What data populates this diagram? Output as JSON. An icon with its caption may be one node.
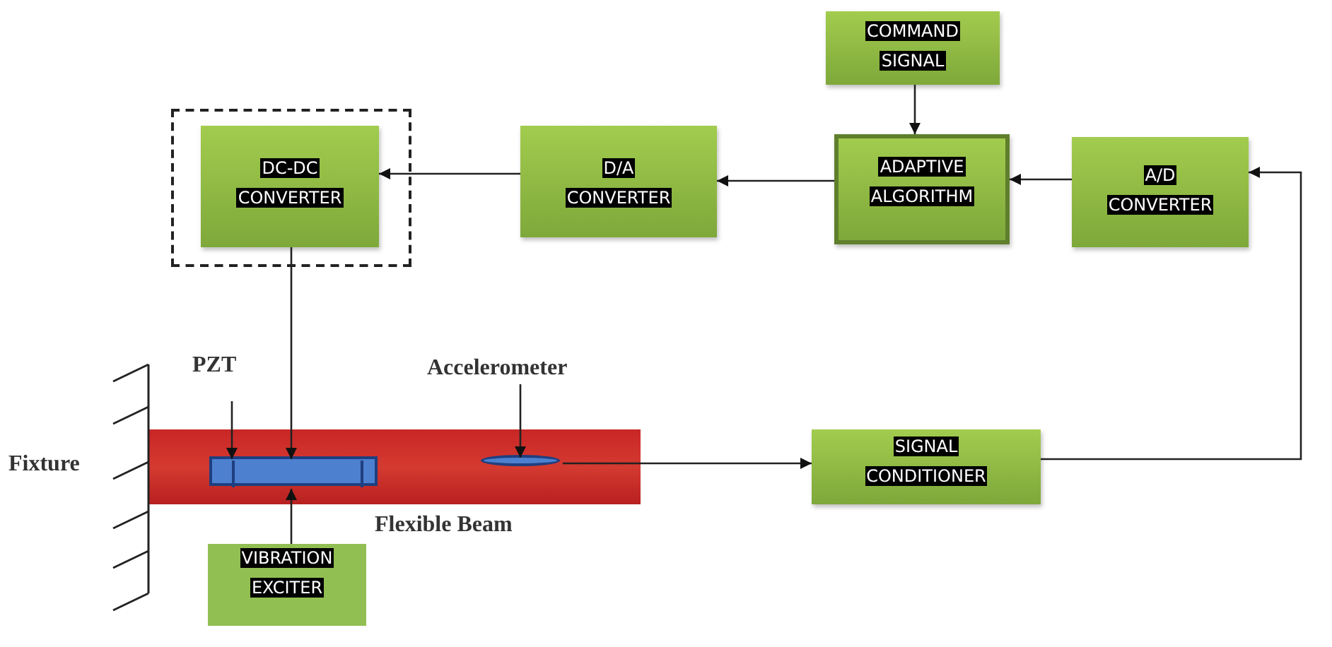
{
  "diagram": {
    "nodes": [
      {
        "text": [],
        "shape": "box"
      },
      {
        "text": [
          "DC-DC CONVERTER"
        ],
        "in": 0
      },
      {
        "text": [
          "D/A CONVERTER"
        ]
      },
      {
        "text": [
          "COMMAND SIGNAL"
        ]
      },
      {
        "text": [
          "ADAPTIVE ALGORITHM"
        ]
      },
      {
        "text": [
          "A/D CONVERTER"
        ]
      },
      {
        "text": [
          "PZT"
        ]
      },
      {
        "text": [
          "Accelerometer"
        ]
      },
      {
        "text": [],
        "shape": "bar",
        "beside": [
          "Flexible Beam"
        ]
      },
      {
        "text": [],
        "shape": "box",
        "in": 8
      },
      {
        "text": [],
        "shape": "ellipse",
        "in": 8
      },
      {
        "text": [
          "SIGNAL CONDITIONER"
        ]
      },
      {
        "text": [
          "VIBRATION EXCITER"
        ]
      }
    ],
    "edges": [
      {
        "from": 2,
        "to": 1,
        "arrow": "to"
      },
      {
        "from": 4,
        "to": 2,
        "arrow": "to"
      },
      {
        "from": 3,
        "to": 4,
        "arrow": "to"
      },
      {
        "from": 5,
        "to": 4,
        "arrow": "to"
      },
      {
        "from": 11,
        "to": 5,
        "arrow": "to"
      },
      {
        "from": 1,
        "to": 9,
        "arrow": "to"
      },
      {
        "from": 12,
        "to": 9,
        "arrow": "to"
      },
      {
        "from": 6,
        "to": 9,
        "arrow": "to"
      },
      {
        "from": 7,
        "to": 10,
        "arrow": "to"
      },
      {
        "from": 10,
        "to": 11,
        "arrow": "to"
      }
    ],
    "labels": [
      "Fixture"
    ]
  }
}
